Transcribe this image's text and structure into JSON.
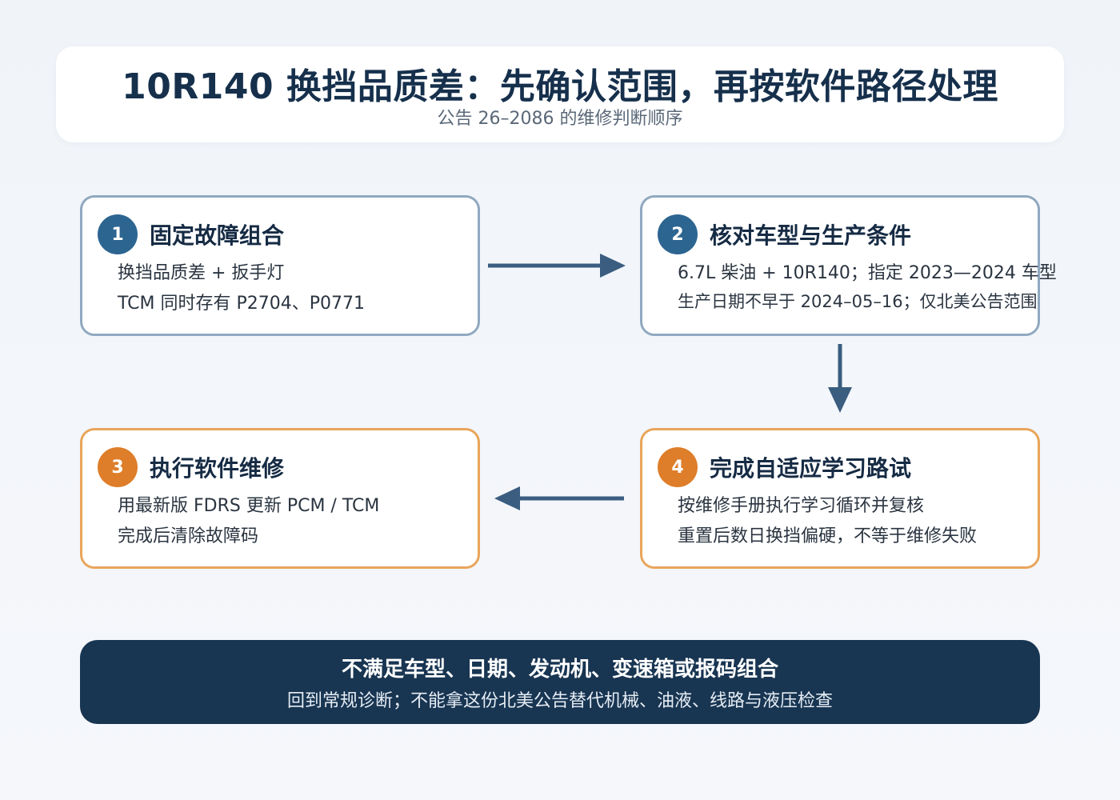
{
  "header": {
    "title": "10R140 换挡品质差：先确认范围，再按软件路径处理",
    "subtitle": "公告 26–2086 的维修判断顺序"
  },
  "steps": [
    {
      "number": "1",
      "title": "固定故障组合",
      "line1": "换挡品质差 + 扳手灯",
      "line2": "TCM 同时存有 P2704、P0771",
      "accent": "#2d6591"
    },
    {
      "number": "2",
      "title": "核对车型与生产条件",
      "line1": "6.7L 柴油 + 10R140；指定 2023—2024 车型",
      "line2": "生产日期不早于 2024–05–16；仅北美公告范围",
      "accent": "#2d6591"
    },
    {
      "number": "3",
      "title": "执行软件维修",
      "line1": "用最新版 FDRS 更新 PCM / TCM",
      "line2": "完成后清除故障码",
      "accent": "#de7e2a"
    },
    {
      "number": "4",
      "title": "完成自适应学习路试",
      "line1": "按维修手册执行学习循环并复核",
      "line2": "重置后数日换挡偏硬，不等于维修失败",
      "accent": "#de7e2a"
    }
  ],
  "banner": {
    "title": "不满足车型、日期、发动机、变速箱或报码组合",
    "text": "回到常规诊断；不能拿这份北美公告替代机械、油液、线路与液压检查"
  },
  "colors": {
    "navy": "#183552",
    "arrow": "#3a5d80",
    "blue_border": "#8fa9c0",
    "orange_border": "#e9a55a"
  }
}
